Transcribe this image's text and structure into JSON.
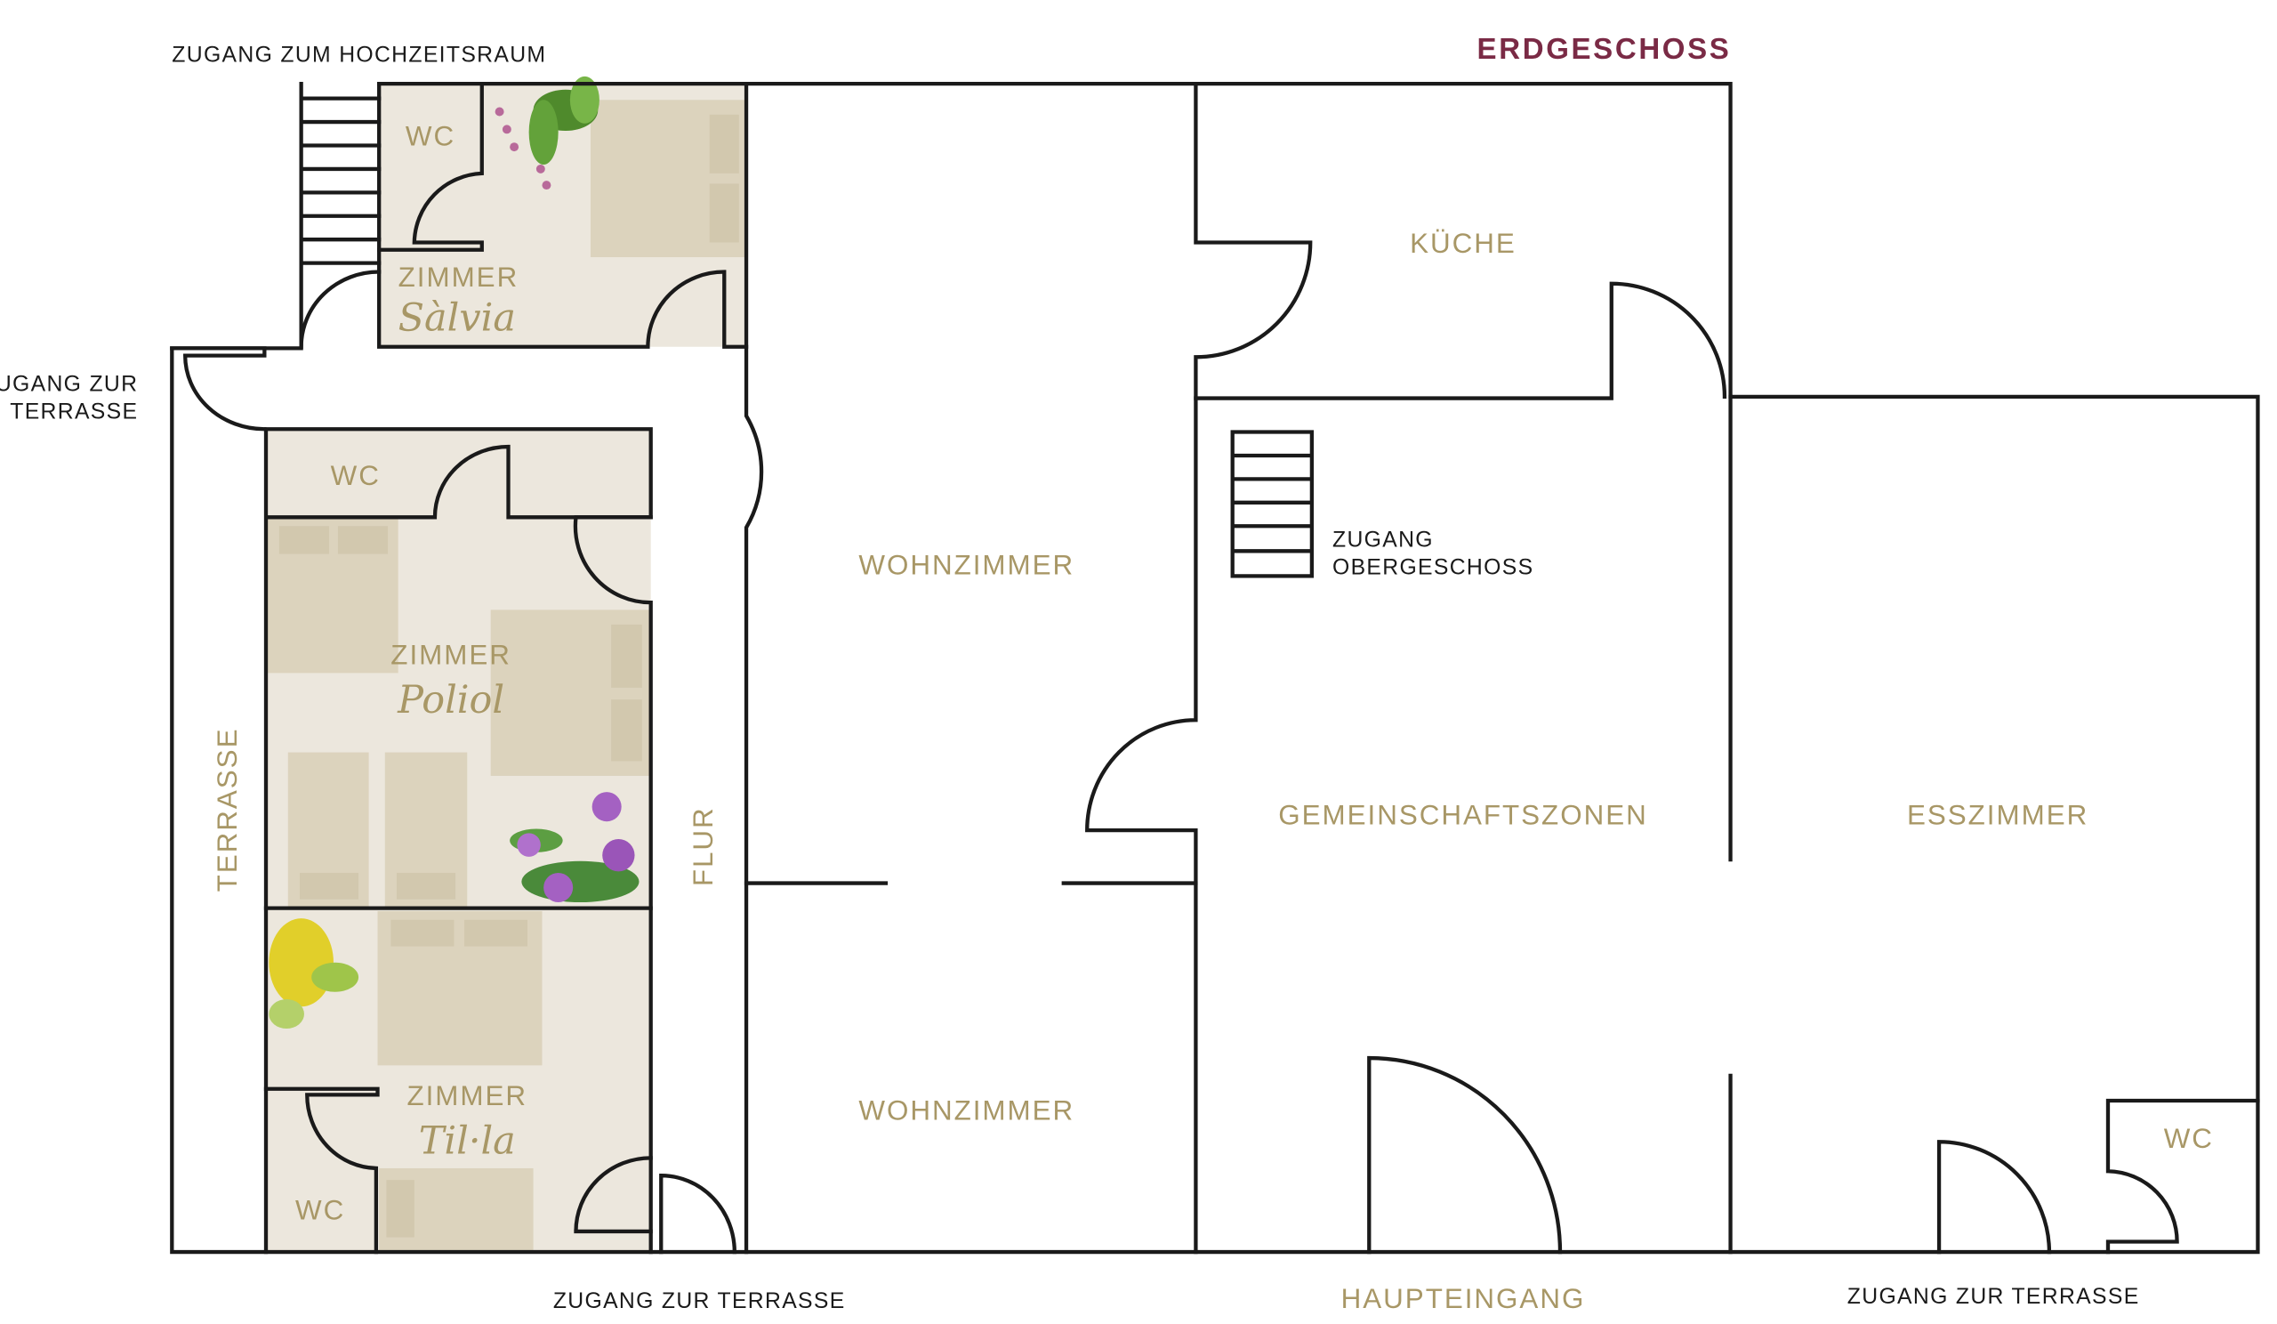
{
  "title": "ERDGESCHOSS",
  "colors": {
    "title": "#7a2a45",
    "room_label": "#a89766",
    "room_fill": "#ece7dd",
    "wall": "#1a1a1a"
  },
  "access_labels": {
    "wedding_room": "ZUGANG ZUM HOCHZEITSRAUM",
    "terrace_left_1": "ZUGANG ZUR",
    "terrace_left_2": "TERRASSE",
    "terrace_bottom": "ZUGANG ZUR  TERRASSE",
    "terrace_right": "ZUGANG ZUR  TERRASSE",
    "upper_floor_1": "ZUGANG",
    "upper_floor_2": "OBERGESCHOSS"
  },
  "rooms": {
    "salvia": {
      "prefix": "ZIMMER",
      "name": "Sàlvia",
      "wc": "WC"
    },
    "poliol": {
      "prefix": "ZIMMER",
      "name": "Poliol",
      "wc": "WC"
    },
    "tilla": {
      "prefix": "ZIMMER",
      "name": "Til·la",
      "wc": "WC"
    },
    "terrasse": "TERRASSE",
    "flur": "FLUR",
    "wohnzimmer_1": "WOHNZIMMER",
    "wohnzimmer_2": "WOHNZIMMER",
    "kueche": "KÜCHE",
    "gemeinschaft": "GEMEINSCHAFTSZONEN",
    "esszimmer": "ESSZIMMER",
    "esszimmer_wc": "WC",
    "haupteingang": "HAUPTEINGANG"
  }
}
